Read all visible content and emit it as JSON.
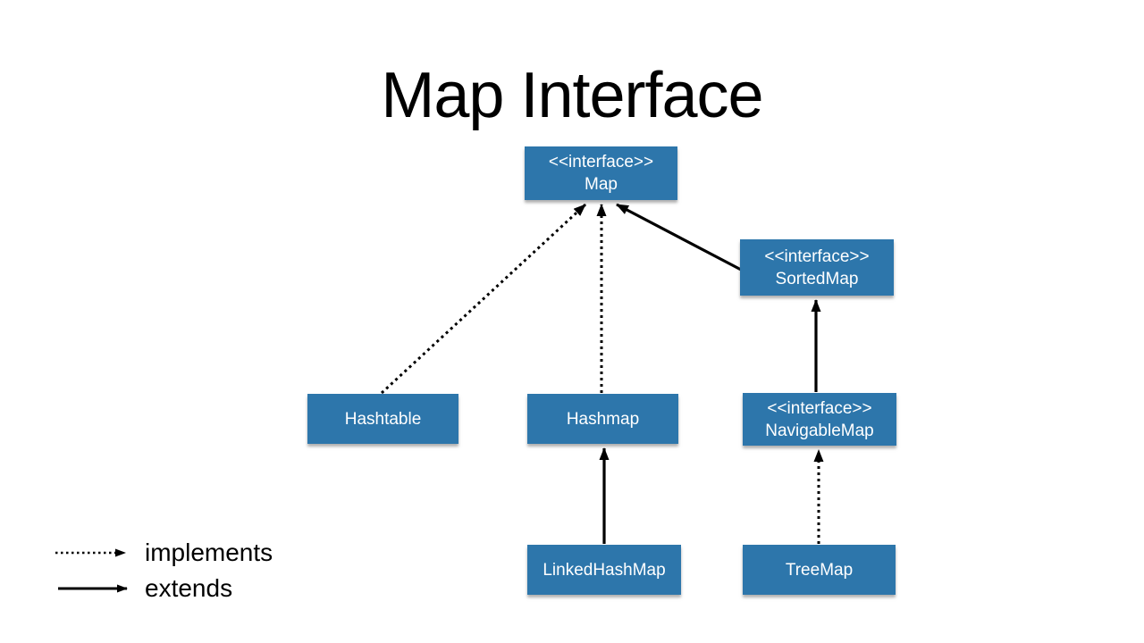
{
  "title": "Map Interface",
  "colors": {
    "box_fill": "#2d76ab",
    "box_text": "#ffffff",
    "arrow": "#000000",
    "background": "#ffffff",
    "title_text": "#000000"
  },
  "diagram": {
    "nodes": {
      "map": {
        "stereotype": "<<interface>>",
        "name": "Map"
      },
      "sortedmap": {
        "stereotype": "<<interface>>",
        "name": "SortedMap"
      },
      "hashtable": {
        "name": "Hashtable"
      },
      "hashmap": {
        "name": "Hashmap"
      },
      "navigablemap": {
        "stereotype": "<<interface>>",
        "name": "NavigableMap"
      },
      "linkedhashmap": {
        "name": "LinkedHashMap"
      },
      "treemap": {
        "name": "TreeMap"
      }
    },
    "edges": [
      {
        "from": "Hashtable",
        "to": "Map",
        "relation": "implements",
        "style": "dotted"
      },
      {
        "from": "Hashmap",
        "to": "Map",
        "relation": "implements",
        "style": "dotted"
      },
      {
        "from": "SortedMap",
        "to": "Map",
        "relation": "extends",
        "style": "solid"
      },
      {
        "from": "NavigableMap",
        "to": "SortedMap",
        "relation": "extends",
        "style": "solid"
      },
      {
        "from": "LinkedHashMap",
        "to": "Hashmap",
        "relation": "extends",
        "style": "solid"
      },
      {
        "from": "TreeMap",
        "to": "NavigableMap",
        "relation": "implements",
        "style": "dotted"
      }
    ]
  },
  "legend": {
    "implements_label": "implements",
    "extends_label": "extends"
  }
}
